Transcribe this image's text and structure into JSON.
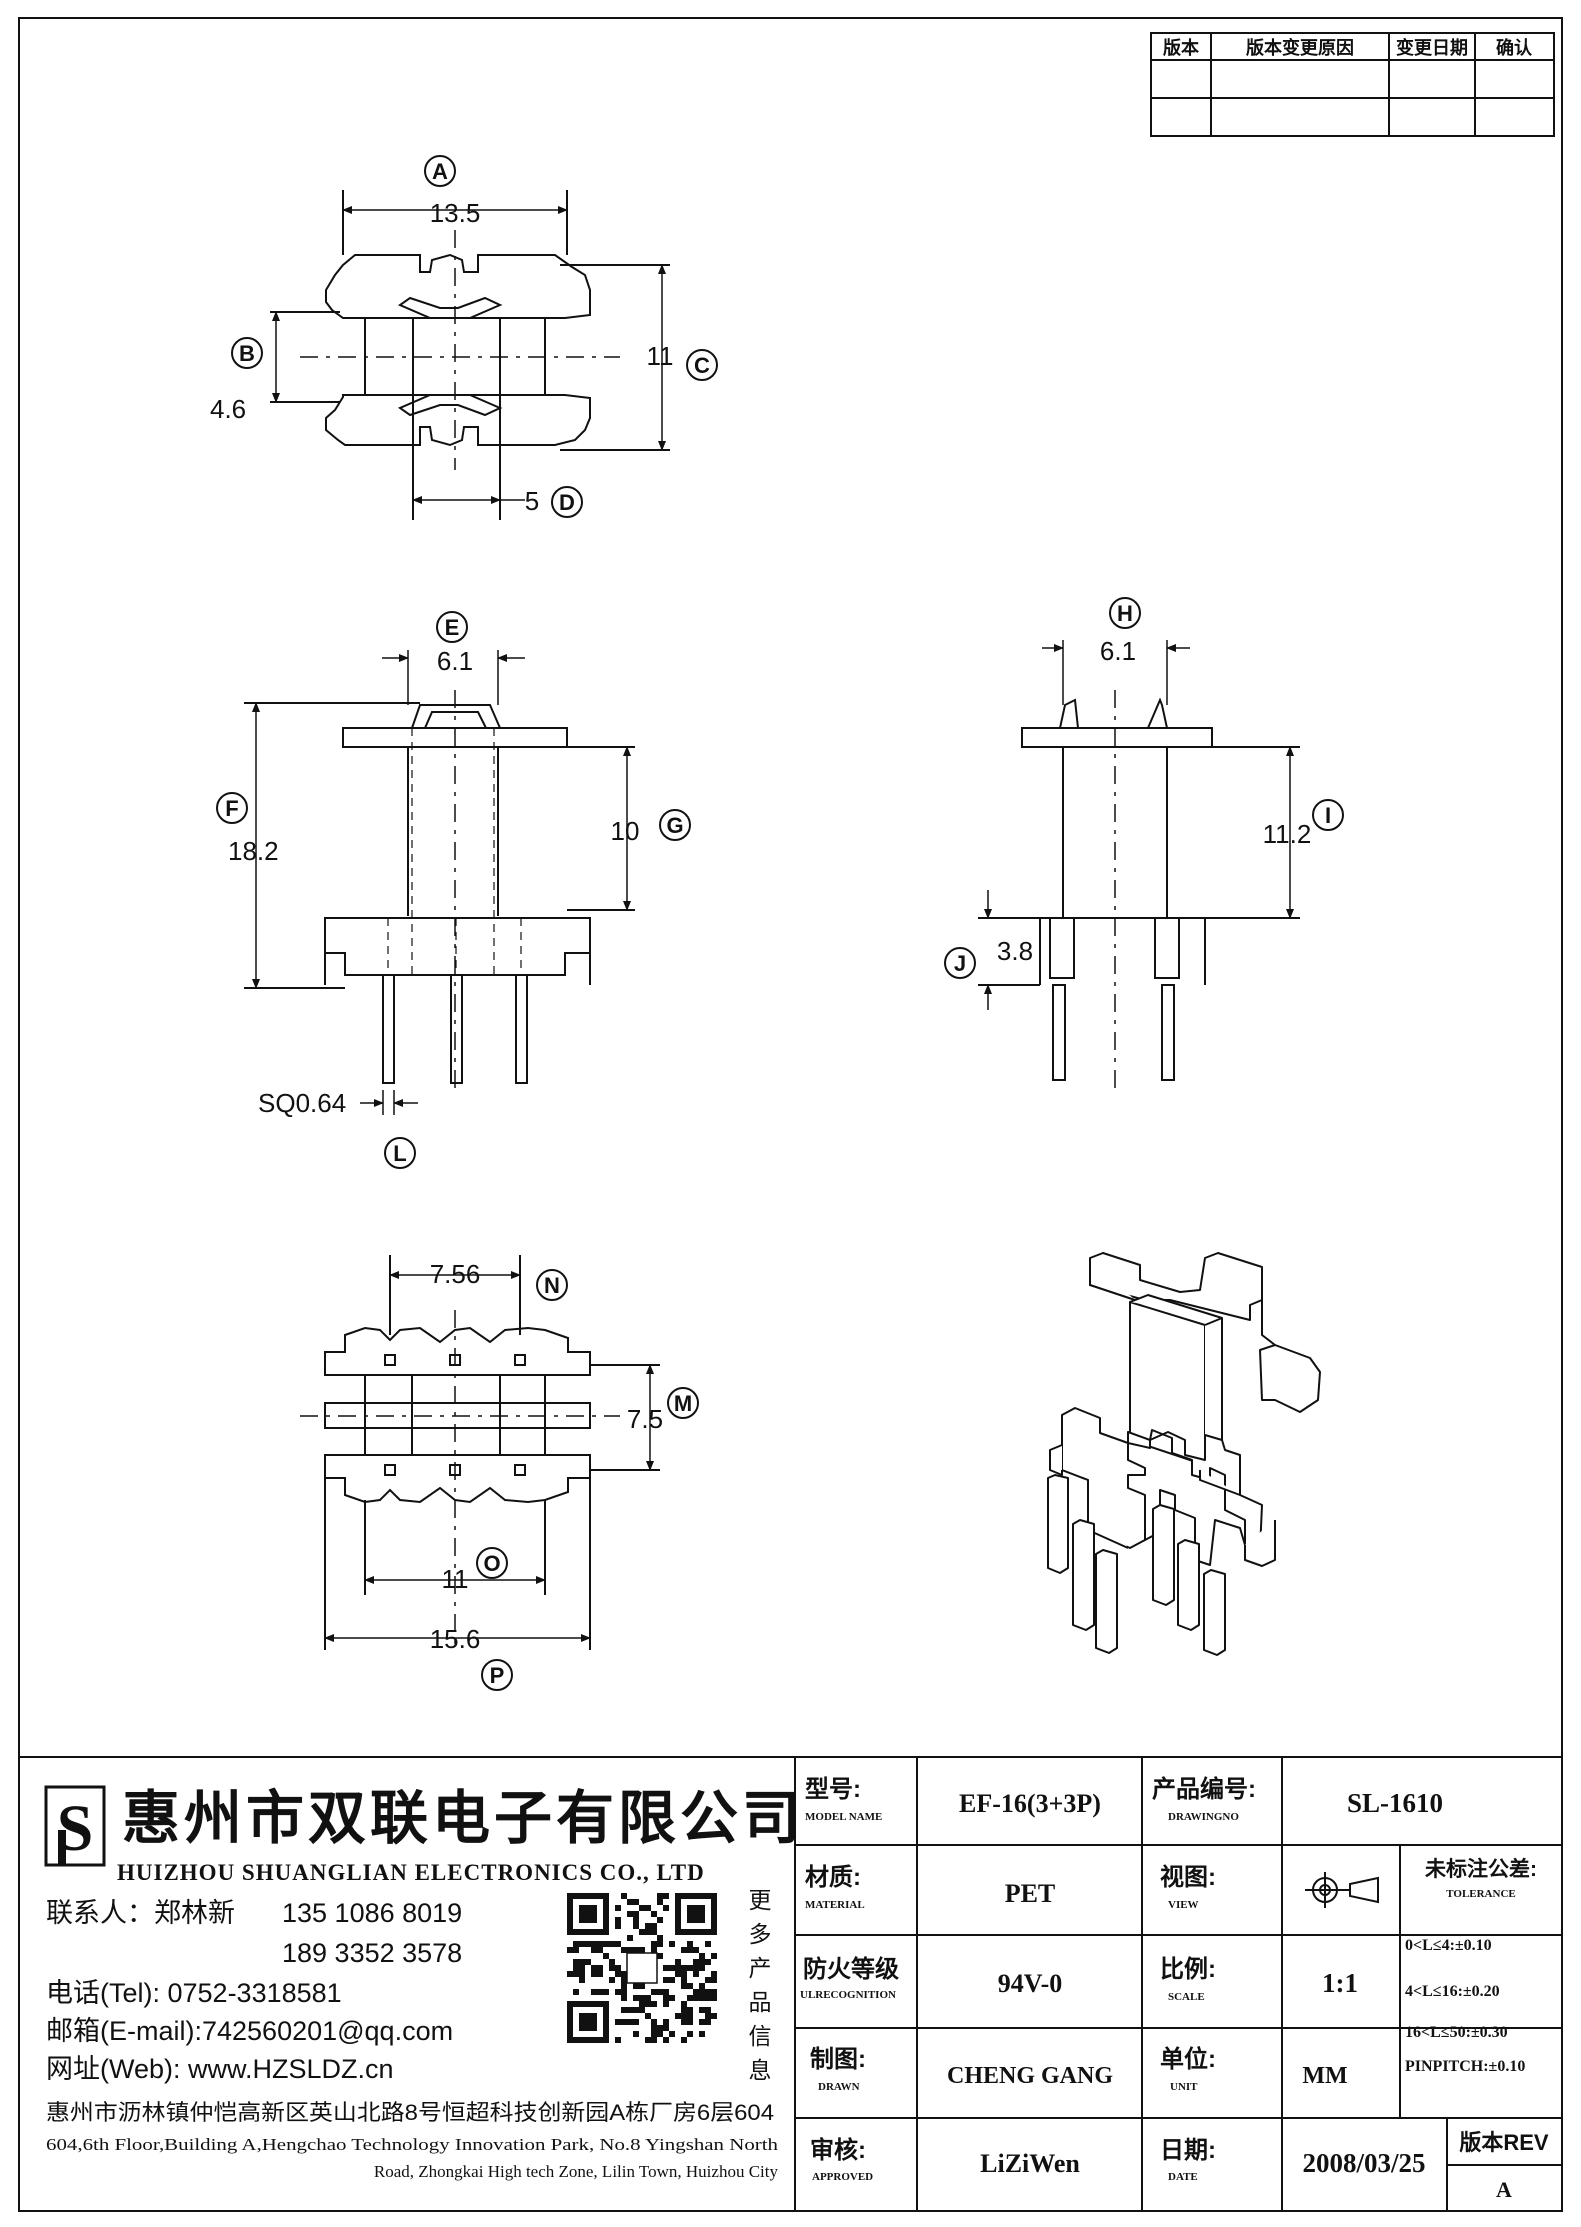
{
  "revision_table": {
    "headers": [
      "版本",
      "版本变更原因",
      "变更日期",
      "确认"
    ]
  },
  "dimensions": {
    "A": {
      "letter": "A",
      "value": "13.5"
    },
    "B": {
      "letter": "B",
      "value": "4.6"
    },
    "C": {
      "letter": "C",
      "value": "11"
    },
    "D": {
      "letter": "D",
      "value": "5"
    },
    "E": {
      "letter": "E",
      "value": "6.1"
    },
    "F": {
      "letter": "F",
      "value": "18.2"
    },
    "G": {
      "letter": "G",
      "value": "10"
    },
    "H": {
      "letter": "H",
      "value": "6.1"
    },
    "I": {
      "letter": "I",
      "value": "11.2"
    },
    "J": {
      "letter": "J",
      "value": "3.8"
    },
    "L": {
      "letter": "L",
      "value": "SQ0.64"
    },
    "M": {
      "letter": "M",
      "value": "7.5"
    },
    "N": {
      "letter": "N",
      "value": "7.56"
    },
    "O": {
      "letter": "O",
      "value": "11"
    },
    "P": {
      "letter": "P",
      "value": "15.6"
    }
  },
  "company": {
    "name_cn": "惠州市双联电子有限公司",
    "name_en": "HUIZHOU SHUANGLIAN ELECTRONICS CO., LTD",
    "contact_label": "联系人：郑林新",
    "phone1": "135 1086 8019",
    "phone2": "189 3352 3578",
    "tel": "电话(Tel): 0752-3318581",
    "email": "邮箱(E-mail):742560201@qq.com",
    "web": "网址(Web): www.HZSLDZ.cn",
    "qr_caption": "更多产品信息",
    "address_cn": "惠州市沥林镇仲恺高新区英山北路8号恒超科技创新园A栋厂房6层604",
    "address_en_1": "604,6th Floor,Building A,Hengchao Technology Innovation Park, No.8 Yingshan North",
    "address_en_2": "Road, Zhongkai High tech Zone, Lilin Town, Huizhou City"
  },
  "title_block": {
    "model_label": "型号:",
    "model_sub": "MODEL NAME",
    "model_value": "EF-16(3+3P)",
    "drawing_label": "产品编号:",
    "drawing_sub": "DRAWINGNO",
    "drawing_value": "SL-1610",
    "material_label": "材质:",
    "material_sub": "MATERIAL",
    "material_value": "PET",
    "view_label": "视图:",
    "view_sub": "VIEW",
    "tolerance_label": "未标注公差:",
    "tolerance_sub": "TOLERANCE",
    "tolerance_lines": [
      "0<L≤4:±0.10",
      "4<L≤16:±0.20",
      "16<L≤50:±0.30",
      "PINPITCH:±0.10"
    ],
    "rating_label": "防火等级",
    "rating_sub": "ULRECOGNITION",
    "rating_value": "94V-0",
    "scale_label": "比例:",
    "scale_sub": "SCALE",
    "scale_value": "1:1",
    "drawn_label": "制图:",
    "drawn_sub": "DRAWN",
    "drawn_value": "CHENG GANG",
    "unit_label": "单位:",
    "unit_sub": "UNIT",
    "unit_value": "MM",
    "approved_label": "审核:",
    "approved_sub": "APPROVED",
    "approved_value": "LiZiWen",
    "date_label": "日期:",
    "date_sub": "DATE",
    "date_value": "2008/03/25",
    "rev_label": "版本REV",
    "rev_value": "A"
  }
}
